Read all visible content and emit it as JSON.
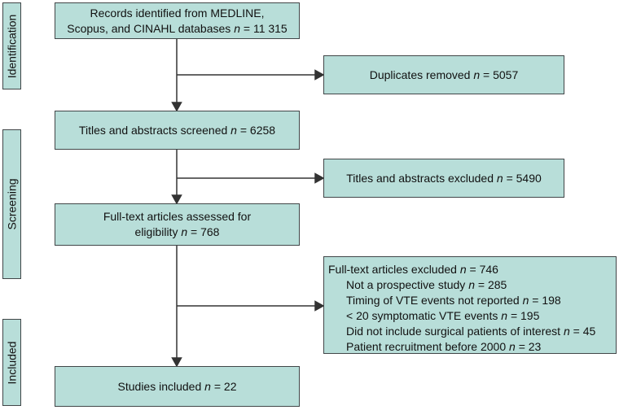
{
  "n_symbol": "n",
  "sidebar": {
    "identification": "Identification",
    "screening": "Screening",
    "included": "Included"
  },
  "flow": {
    "records": {
      "line1": "Records identified from MEDLINE,",
      "line2_pre": "Scopus, and CINAHL databases ",
      "line2_val": "= 11 315"
    },
    "duplicates": {
      "pre": "Duplicates removed ",
      "val": "= 5057"
    },
    "screened": {
      "pre": "Titles and abstracts screened ",
      "val": "= 6258"
    },
    "titles_excluded": {
      "pre": "Titles and abstracts excluded ",
      "val": "= 5490"
    },
    "fulltext": {
      "line1": "Full-text articles assessed for",
      "line2_pre": "eligibility ",
      "line2_val": "= 768"
    },
    "fulltext_excluded": {
      "header_pre": "Full-text articles excluded ",
      "header_val": "= 746",
      "reasons": [
        {
          "pre": "Not a prospective study ",
          "val": "= 285"
        },
        {
          "pre": "Timing of VTE events not reported ",
          "val": "= 198"
        },
        {
          "pre": "< 20 symptomatic VTE events ",
          "val": "= 195"
        },
        {
          "pre": "Did not include surgical patients of interest ",
          "val": "= 45"
        },
        {
          "pre": "Patient recruitment before 2000 ",
          "val": "= 23"
        }
      ]
    },
    "studies_included": {
      "pre": "Studies included ",
      "val": "= 22"
    }
  },
  "colors": {
    "box_fill": "#b8ded9",
    "box_border": "#414648",
    "arrow": "#333333",
    "text": "#111111",
    "background": "#ffffff"
  }
}
